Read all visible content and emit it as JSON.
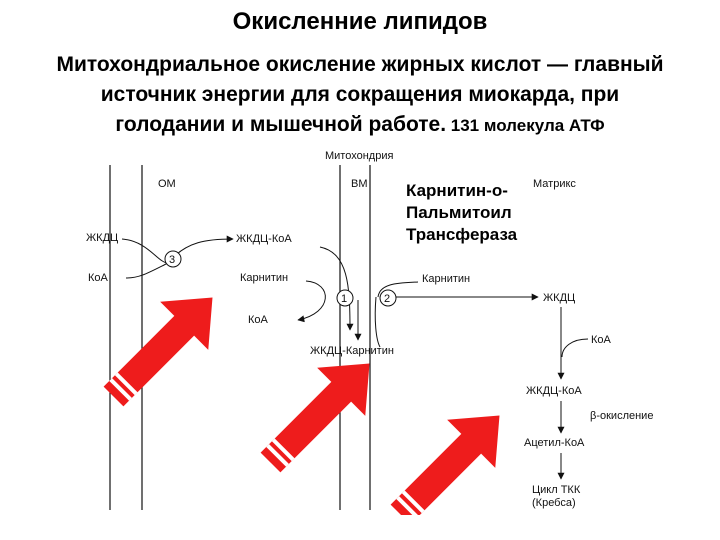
{
  "title": "Окисленние липидов",
  "subtitle": {
    "line1": "Митохондриальное окисление жирных кислот — главный",
    "line2": "источник энергии для сокращения миокарда, при",
    "line3_main": "голодании и мышечной работе.",
    "line3_small": " 131 молекула АТФ"
  },
  "enzyme_label": {
    "line1": "Карнитин-о-",
    "line2": "Пальмитоил",
    "line3": "Трансфераза"
  },
  "diagram": {
    "mitochondrion": "Митохондрия",
    "outer_membrane": "ОМ",
    "inner_membrane": "ВМ",
    "matrix": "Матрикс",
    "step_1": "1",
    "step_2": "2",
    "step_3": "3",
    "cytosol": {
      "fatty_acid": "ЖКДЦ",
      "coa": "КоА"
    },
    "intermembrane": {
      "acyl_coa": "ЖКДЦ-КоА",
      "carnitine": "Карнитин",
      "coa": "КоА",
      "acyl_carnitine": "ЖКДЦ-Карнитин"
    },
    "matrix_side": {
      "carnitine": "Карнитин",
      "fatty_acid": "ЖКДЦ",
      "coa": "КоА",
      "acyl_coa": "ЖКДЦ-КоА",
      "beta_oxidation": "β-окисление",
      "acetyl_coa": "Ацетил-КоА",
      "krebs_line1": "Цикл ТКК",
      "krebs_line2": "(Кребса)"
    }
  },
  "colors": {
    "arrow_fill": "#ee1c1c",
    "arrow_stripe": "#ffffff",
    "line": "#111111"
  }
}
